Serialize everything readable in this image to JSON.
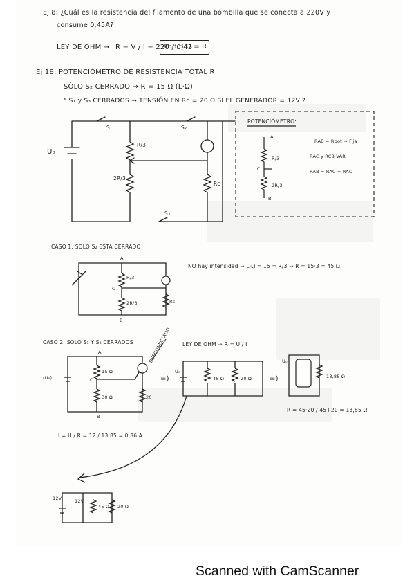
{
  "footer": {
    "text": "Scanned with CamScanner"
  },
  "ex8": {
    "question_line1": "Ej 8: ¿Cuál es la resistencia del filamento de una bombilla que se conecta a 220V y",
    "question_line2": "consume 0,45A?",
    "law": "LEY DE OHM →",
    "formula": "R = V / I = 220 / 0,45",
    "answer": "488,8 Ω = R"
  },
  "ex18": {
    "title": "Ej 18: POTENCIÓMETRO DE RESISTENCIA TOTAL R",
    "line2": "SÓLO S₂ CERRADO → R = 15 Ω  (L·Ω)",
    "line3": "\"     S₁ y S₃ CERRADOS → TENSIÓN EN Rc = 20 Ω SI EL GENERADOR = 12V ?",
    "circuit_labels": {
      "source": "U₀",
      "s1": "S₁",
      "s2": "S₂",
      "s3": "S₃",
      "r3": "R/3",
      "r23": "2R/3",
      "rc": "Rc"
    },
    "potentiometer": {
      "title": "POTENCIÓMETRO:",
      "a": "A",
      "b": "B",
      "c": "C",
      "r3": "R/3",
      "r23": "2R/3",
      "note1": "RAB = Rpot ⇒ Fija",
      "note2": "RAC y RCB VAR",
      "note3": "RAB = RAC + RAC"
    }
  },
  "caso1": {
    "title": "CASO 1: SOLO S₂ ESTÁ CERRADO",
    "labels": {
      "a": "A",
      "b": "B",
      "c": "C",
      "r3": "R/3",
      "r23": "2R/3",
      "rc": "Rc"
    },
    "result": "NO hay intensidad ⇒ L·Ω = 15 = R/3 ⇒ R = 15·3 = 45 Ω"
  },
  "caso2": {
    "title": "CASO 2: SOLO S₁ Y S₃ CERRADOS",
    "disconnected": "DESCONECTADO",
    "ohm": "LEY DE OHM ⇒ R = U / I",
    "labels": {
      "source": "(U₀)",
      "r15": "15 Ω",
      "r30": "30 Ω",
      "r20": "20",
      "a": "A",
      "b": "B",
      "c": "C",
      "u0": "U₀",
      "r45": "45 Ω",
      "r20b": "20 Ω",
      "req": "13,85 Ω"
    },
    "parallel": "R = 45·20 / 45+20 = 13,85 Ω",
    "current": "I = U / R = 12 / 13,85 = 0,86 A",
    "final": {
      "v": "12V",
      "v2": "12V",
      "r45": "45 Ω",
      "r20": "20 Ω"
    }
  }
}
